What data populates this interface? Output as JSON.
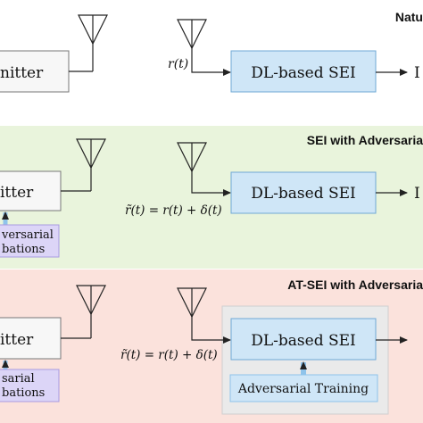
{
  "panels": [
    {
      "heading": "Natu",
      "transmitter_label": "nitter",
      "signal_label": "r(t)",
      "sei_label": "DL-based SEI",
      "output_label": "I",
      "bg": "#eef0f7"
    },
    {
      "heading": "SEI with Adversaria",
      "transmitter_label": "itter",
      "perturb_line1": "versarial",
      "perturb_line2": "bations",
      "signal_label": "r̃(t) = r(t) + δ(t)",
      "sei_label": "DL-based SEI",
      "output_label": "I",
      "bg": "#e9f4dc"
    },
    {
      "heading": "AT-SEI with Adversaria",
      "transmitter_label": "itter",
      "perturb_line1": "sarial",
      "perturb_line2": "bations",
      "signal_label": "r̃(t) = r(t) + δ(t)",
      "sei_label": "DL-based SEI",
      "training_label": "Adversarial Training",
      "bg": "#fbe2dc"
    }
  ],
  "colors": {
    "sei_fill": "#cfe6f7",
    "sei_stroke": "#6fa8d6",
    "perturb_fill": "#dcd5f7",
    "perturb_stroke": "#a89be0",
    "arrow_up": "#8fc3ea",
    "training_panel": "#eaeaea"
  }
}
